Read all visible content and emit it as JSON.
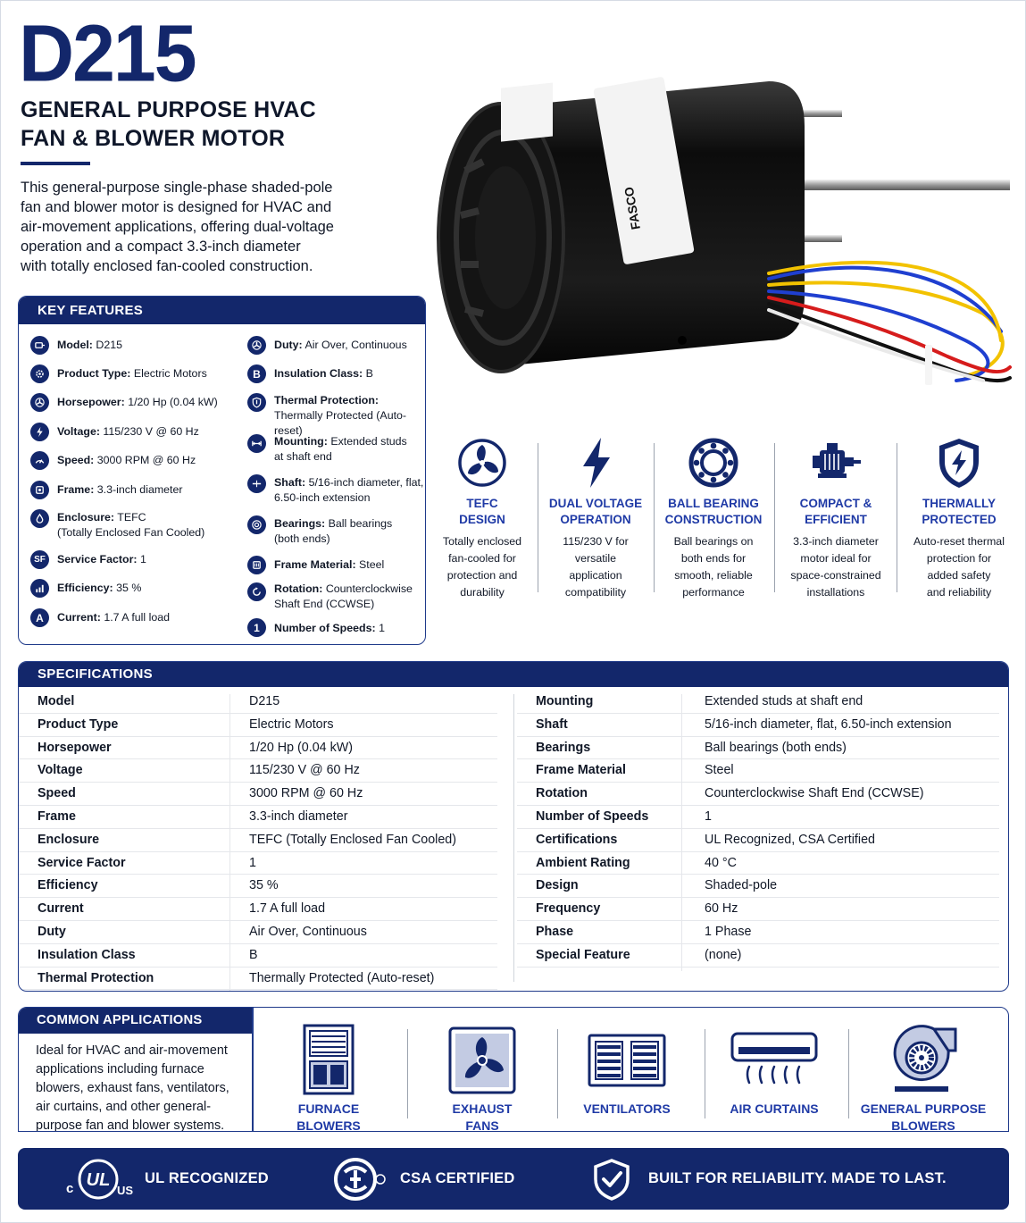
{
  "header": {
    "model": "D215",
    "subtitle_line1": "GENERAL PURPOSE HVAC",
    "subtitle_line2": "FAN & BLOWER MOTOR",
    "intro_line1": "This general-purpose single-phase shaded-pole",
    "intro_line2": "fan and blower motor is designed for HVAC and",
    "intro_line3": "air-movement applications, offering dual-voltage",
    "intro_line4": "operation and a compact 3.3-inch diameter",
    "intro_line5": "with totally enclosed fan-cooled construction."
  },
  "photo": {
    "brand": "FASCO"
  },
  "key_features": {
    "title": "KEY FEATURES",
    "left": [
      {
        "icon": "motor-icon",
        "label": "Model:",
        "value": "D215"
      },
      {
        "icon": "gear-icon",
        "label": "Product Type:",
        "value": "Electric Motors"
      },
      {
        "icon": "fan-icon",
        "label": "Horsepower:",
        "value": "1/20 Hp (0.04 kW)"
      },
      {
        "icon": "bolt-icon",
        "label": "Voltage:",
        "value": "115/230 V @ 60 Hz"
      },
      {
        "icon": "speedometer-icon",
        "label": "Speed:",
        "value": "3000 RPM @ 60 Hz"
      },
      {
        "icon": "frame-icon",
        "label": "Frame:",
        "value": "3.3-inch diameter"
      },
      {
        "icon": "drop-icon",
        "label": "Enclosure:",
        "value": "TEFC",
        "value2": "(Totally Enclosed Fan Cooled)"
      },
      {
        "icon": "sf-icon",
        "glyph": "SF",
        "label": "Service Factor:",
        "value": "1"
      },
      {
        "icon": "bar-chart-icon",
        "label": "Efficiency:",
        "value": "35 %"
      },
      {
        "icon": "ampere-icon",
        "glyph": "A",
        "label": "Current:",
        "value": "1.7 A full load"
      }
    ],
    "right": [
      {
        "icon": "fan-icon",
        "label": "Duty:",
        "value": "Air Over, Continuous"
      },
      {
        "icon": "insulation-b-icon",
        "glyph": "B",
        "label": "Insulation Class:",
        "value": "B"
      },
      {
        "icon": "thermal-shield-icon",
        "label": "Thermal Protection:",
        "value2": "Thermally Protected (Auto-reset)"
      },
      {
        "icon": "mounting-icon",
        "label": "Mounting:",
        "value": "Extended studs",
        "value2": "at shaft end"
      },
      {
        "icon": "shaft-icon",
        "label": "Shaft:",
        "value": "5/16-inch diameter, flat,",
        "value2": "6.50-inch extension"
      },
      {
        "icon": "bearing-icon",
        "label": "Bearings:",
        "value": "Ball bearings",
        "value2": "(both ends)"
      },
      {
        "icon": "frame-material-icon",
        "label": "Frame Material:",
        "value": "Steel"
      },
      {
        "icon": "rotation-icon",
        "label": "Rotation:",
        "value": "Counterclockwise",
        "value2": "Shaft End (CCWSE)"
      },
      {
        "icon": "number-one-icon",
        "glyph": "1",
        "label": "Number of Speeds:",
        "value": "1"
      }
    ]
  },
  "benefits": [
    {
      "icon": "fan-icon",
      "title1": "TEFC",
      "title2": "DESIGN",
      "desc": [
        "Totally enclosed",
        "fan-cooled for",
        "protection and",
        "durability"
      ]
    },
    {
      "icon": "bolt-icon",
      "title1": "DUAL VOLTAGE",
      "title2": "OPERATION",
      "desc": [
        "115/230 V for",
        "versatile",
        "application",
        "compatibility"
      ]
    },
    {
      "icon": "bearing-icon",
      "title1": "BALL BEARING",
      "title2": "CONSTRUCTION",
      "desc": [
        "Ball bearings on",
        "both ends for",
        "smooth, reliable",
        "performance"
      ]
    },
    {
      "icon": "compact-motor-icon",
      "title1": "COMPACT &",
      "title2": "EFFICIENT",
      "desc": [
        "3.3-inch diameter",
        "motor ideal for",
        "space-constrained",
        "installations"
      ]
    },
    {
      "icon": "shield-bolt-icon",
      "title1": "THERMALLY",
      "title2": "PROTECTED",
      "desc": [
        "Auto-reset thermal",
        "protection for",
        "added safety",
        "and reliability"
      ]
    }
  ],
  "specifications": {
    "title": "SPECIFICATIONS",
    "left": [
      [
        "Model",
        "D215"
      ],
      [
        "Product Type",
        "Electric Motors"
      ],
      [
        "Horsepower",
        "1/20 Hp (0.04 kW)"
      ],
      [
        "Voltage",
        "115/230 V @ 60 Hz"
      ],
      [
        "Speed",
        "3000 RPM @ 60 Hz"
      ],
      [
        "Frame",
        "3.3-inch diameter"
      ],
      [
        "Enclosure",
        "TEFC (Totally Enclosed Fan Cooled)"
      ],
      [
        "Service Factor",
        "1"
      ],
      [
        "Efficiency",
        "35 %"
      ],
      [
        "Current",
        "1.7 A full load"
      ],
      [
        "Duty",
        "Air Over, Continuous"
      ],
      [
        "Insulation Class",
        "B"
      ],
      [
        "Thermal Protection",
        "Thermally Protected (Auto-reset)"
      ]
    ],
    "right": [
      [
        "Mounting",
        "Extended studs at shaft end"
      ],
      [
        "Shaft",
        "5/16-inch diameter, flat, 6.50-inch extension"
      ],
      [
        "Bearings",
        "Ball bearings (both ends)"
      ],
      [
        "Frame Material",
        "Steel"
      ],
      [
        "Rotation",
        "Counterclockwise Shaft End (CCWSE)"
      ],
      [
        "Number of Speeds",
        "1"
      ],
      [
        "Certifications",
        "UL Recognized, CSA Certified"
      ],
      [
        "Ambient Rating",
        "40 °C"
      ],
      [
        "Design",
        "Shaded-pole"
      ],
      [
        "Frequency",
        "60 Hz"
      ],
      [
        "Phase",
        "1 Phase"
      ],
      [
        "Special Feature",
        "(none)"
      ]
    ]
  },
  "applications": {
    "title": "COMMON APPLICATIONS",
    "text_lines": [
      "Ideal for HVAC and air-movement",
      "applications including furnace",
      "blowers, exhaust fans, ventilators,",
      "air curtains, and other general-",
      "purpose fan and blower systems."
    ],
    "items": [
      {
        "icon": "furnace-icon",
        "line1": "FURNACE",
        "line2": "BLOWERS"
      },
      {
        "icon": "exhaust-fan-icon",
        "line1": "EXHAUST",
        "line2": "FANS"
      },
      {
        "icon": "ventilator-icon",
        "line1": "VENTILATORS",
        "line2": ""
      },
      {
        "icon": "air-curtain-icon",
        "line1": "AIR CURTAINS",
        "line2": ""
      },
      {
        "icon": "blower-icon",
        "line1": "GENERAL PURPOSE",
        "line2": "BLOWERS"
      }
    ]
  },
  "footer": {
    "ul_label": "UL RECOGNIZED",
    "csa_label": "CSA CERTIFIED",
    "reliability_label": "BUILT FOR RELIABILITY. MADE TO LAST.",
    "ul_mark_c": "c",
    "ul_mark_ul": "UL",
    "ul_mark_us": "US"
  },
  "colors": {
    "navy": "#13276b",
    "accent_blue": "#1f3aa6"
  }
}
